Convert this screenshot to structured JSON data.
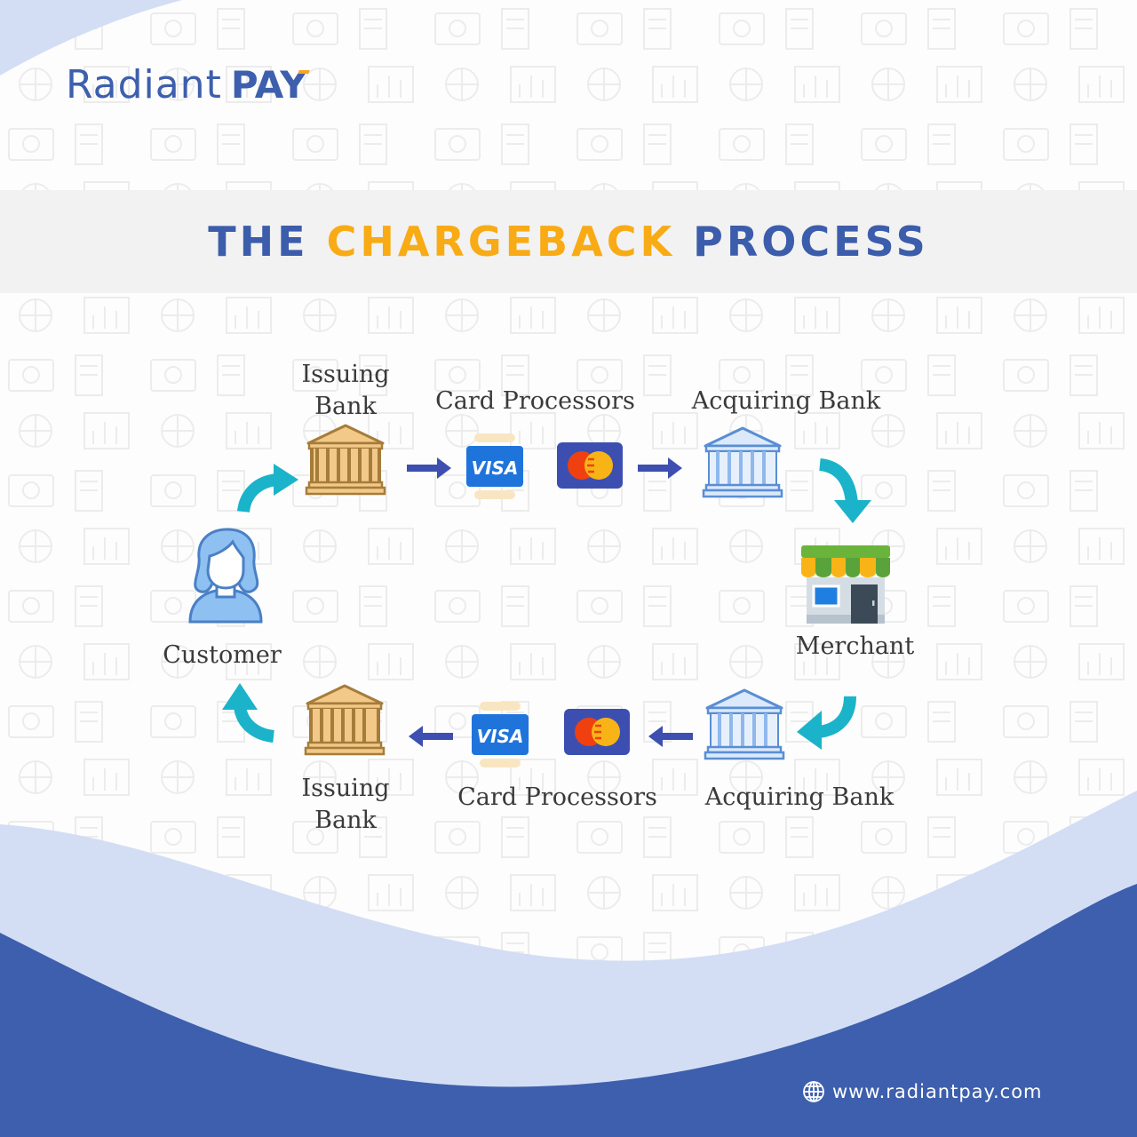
{
  "brand": {
    "name_light": "Radiant",
    "name_bold": "PAY",
    "colors": {
      "primary": "#3c5dab",
      "accent": "#f8ab14",
      "light_blue": "#d3def5",
      "teal_arrow": "#1bb3c9",
      "nav_arrow": "#3d4fb0"
    }
  },
  "title": {
    "part1": "THE",
    "part2": "CHARGEBACK",
    "part3": "PROCESS"
  },
  "diagram": {
    "top_row": {
      "issuing_bank": {
        "line1": "Issuing",
        "line2": "Bank",
        "icon": "bank-icon-gold"
      },
      "card_processors": {
        "label": "Card Processors",
        "icons": [
          "visa-card-icon",
          "mastercard-icon"
        ]
      },
      "acquiring_bank": {
        "label": "Acquiring Bank",
        "icon": "bank-icon-blue"
      }
    },
    "customer": {
      "label": "Customer",
      "icon": "customer-avatar-icon"
    },
    "merchant": {
      "label": "Merchant",
      "icon": "storefront-icon"
    },
    "bottom_row": {
      "issuing_bank": {
        "line1": "Issuing",
        "line2": "Bank",
        "icon": "bank-icon-gold"
      },
      "card_processors": {
        "label": "Card Processors",
        "icons": [
          "visa-card-icon",
          "mastercard-icon"
        ]
      },
      "acquiring_bank": {
        "label": "Acquiring Bank",
        "icon": "bank-icon-blue"
      }
    },
    "visa_text": "VISA",
    "flow": [
      "Customer",
      "Issuing Bank",
      "Card Processors",
      "Acquiring Bank",
      "Merchant",
      "Acquiring Bank",
      "Card Processors",
      "Issuing Bank",
      "Customer"
    ]
  },
  "footer": {
    "icon": "globe-icon",
    "url": "www.radiantpay.com"
  }
}
